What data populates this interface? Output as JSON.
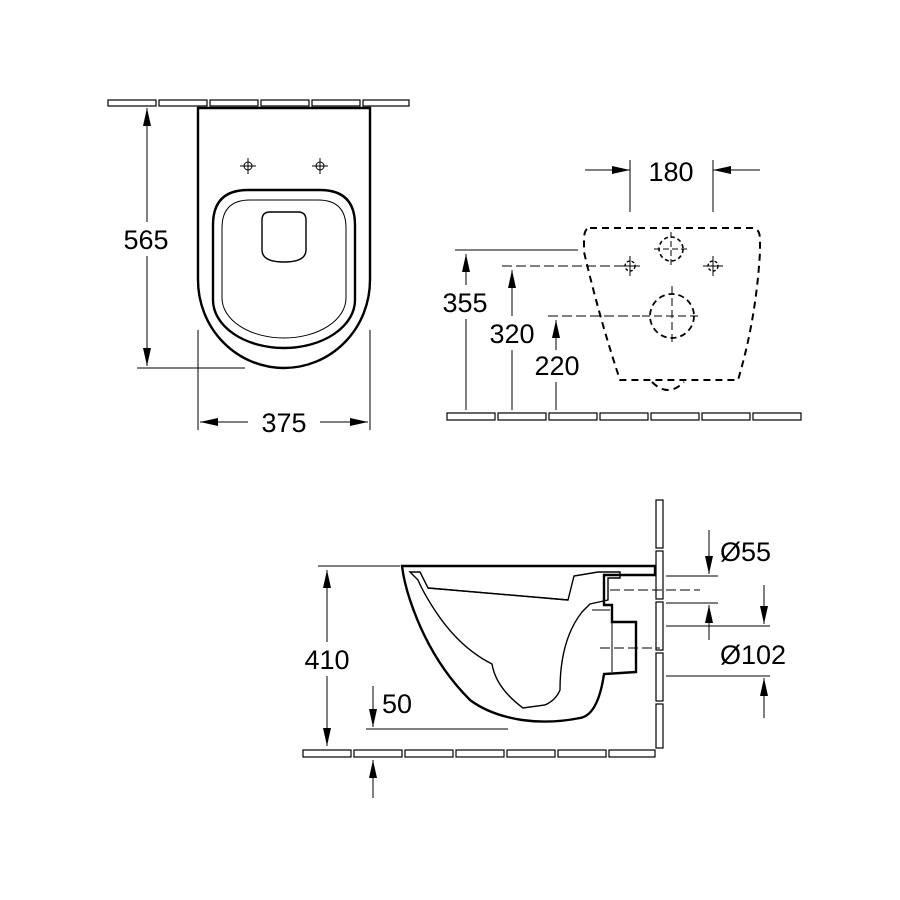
{
  "top_view": {
    "depth_label": "565",
    "width_label": "375"
  },
  "rear_view": {
    "hole_spacing_label": "180",
    "height_355_label": "355",
    "height_320_label": "320",
    "height_220_label": "220"
  },
  "side_view": {
    "height_label": "410",
    "floor_gap_label": "50",
    "inlet_diameter_label": "Ø55",
    "outlet_diameter_label": "Ø102"
  }
}
